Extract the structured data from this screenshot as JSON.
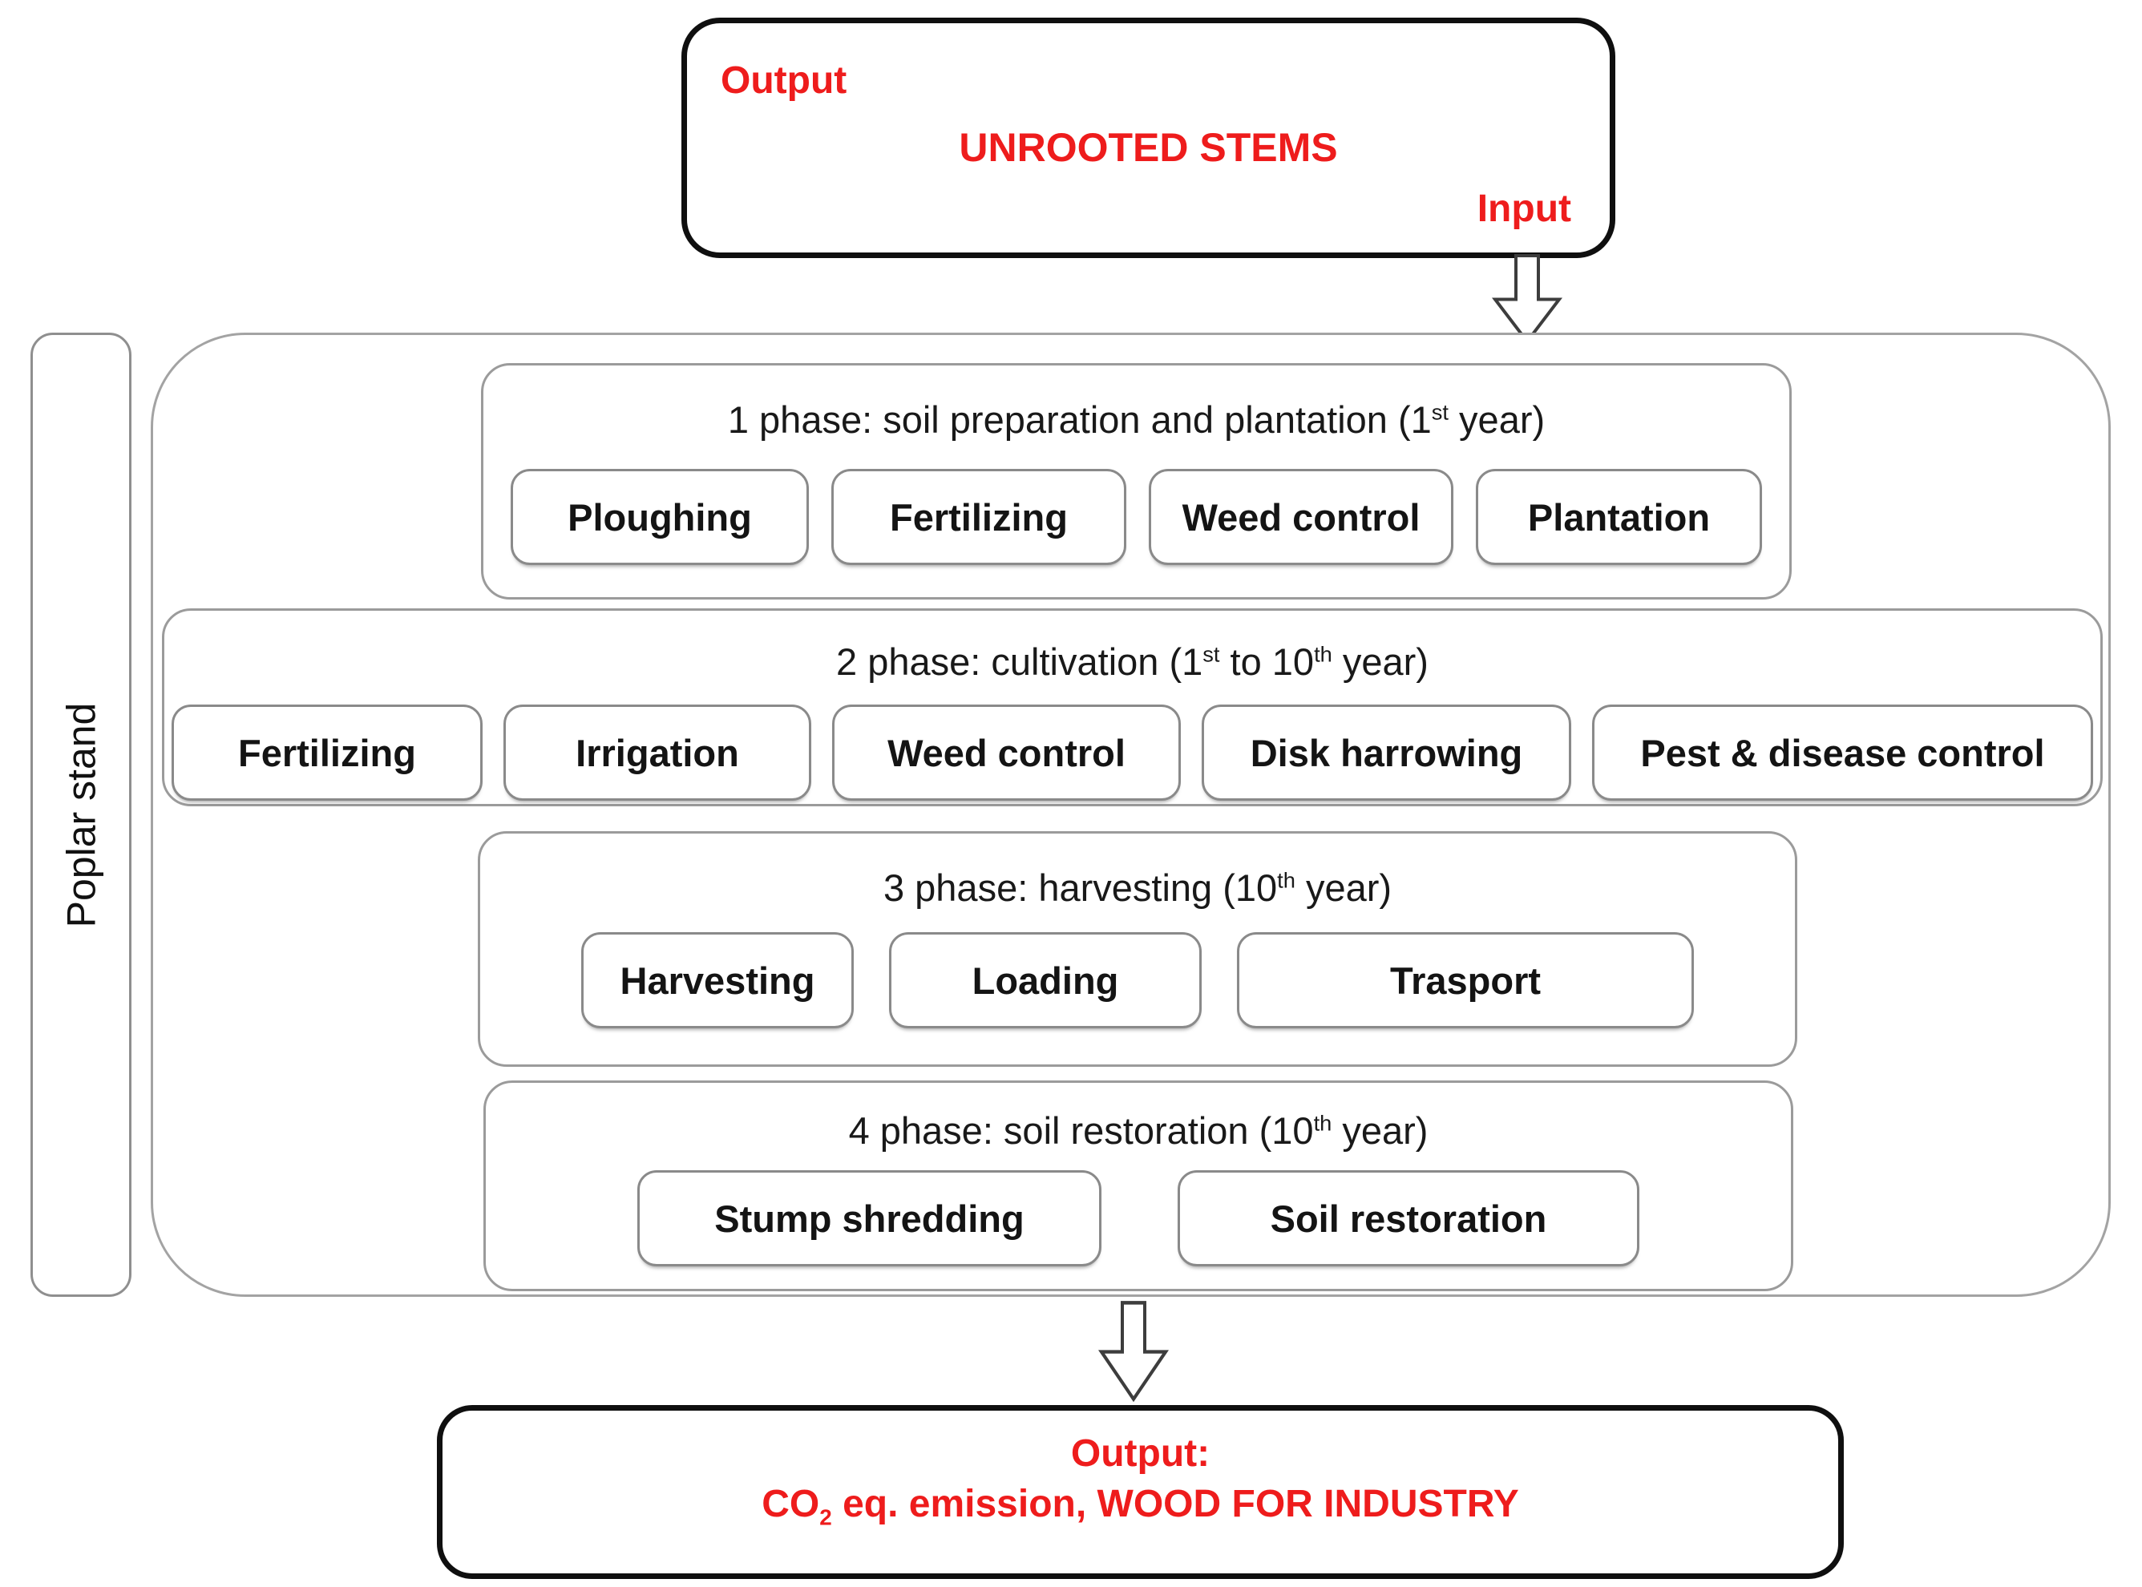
{
  "colors": {
    "accent": "#ee1c1c",
    "box_border_dark": "#0f0f0f",
    "box_border_gray": "#9b9b9b"
  },
  "top_box": {
    "output_label": "Output",
    "title": "UNROOTED STEMS",
    "input_label": "Input"
  },
  "side_label": "Poplar stand",
  "icons": {
    "flow_arrow": "down-arrow"
  },
  "phases": [
    {
      "title": [
        "1 phase: soil preparation and plantation (1",
        "st",
        " year)"
      ],
      "items": [
        "Ploughing",
        "Fertilizing",
        "Weed control",
        "Plantation"
      ]
    },
    {
      "title": [
        "2 phase: cultivation (1",
        "st",
        " to 10",
        "th",
        " year)"
      ],
      "items": [
        "Fertilizing",
        "Irrigation",
        "Weed control",
        "Disk harrowing",
        "Pest & disease control"
      ]
    },
    {
      "title": [
        "3 phase: harvesting (10",
        "th",
        " year)"
      ],
      "items": [
        "Harvesting",
        "Loading",
        "Trasport"
      ]
    },
    {
      "title": [
        "4 phase: soil restoration (10",
        "th",
        " year)"
      ],
      "items": [
        "Stump shredding",
        "Soil restoration"
      ]
    }
  ],
  "bottom_box": {
    "line1": "Output:",
    "line2_pre": "CO",
    "line2_sub": "2",
    "line2_post": " eq. emission, WOOD FOR INDUSTRY"
  }
}
